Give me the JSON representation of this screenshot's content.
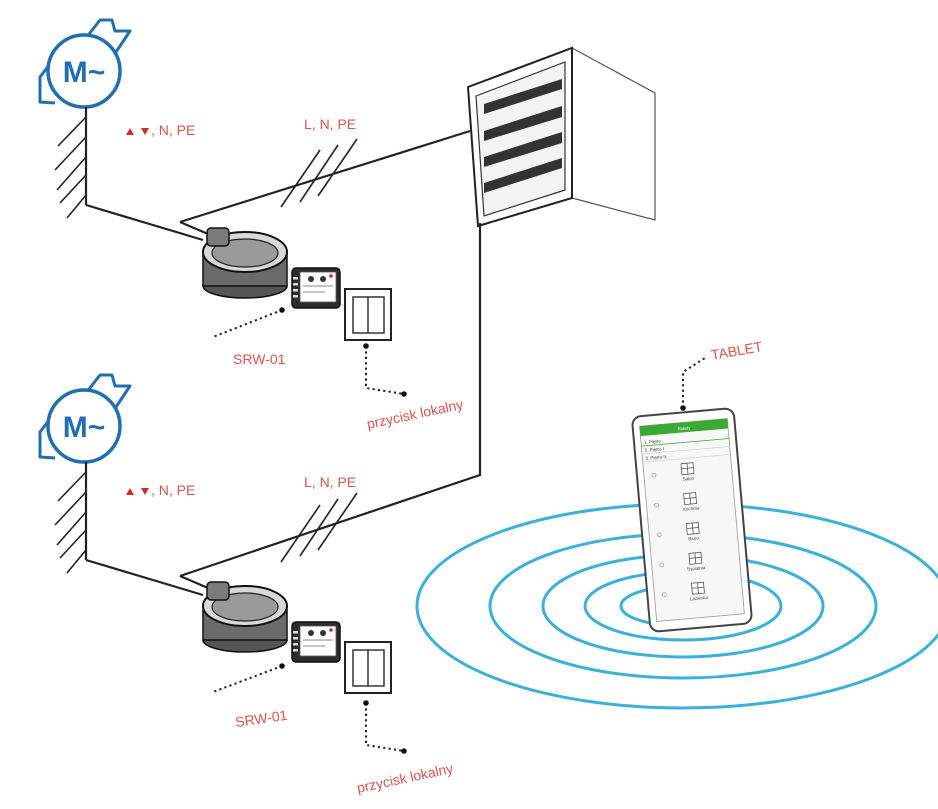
{
  "motor": {
    "label": "M~"
  },
  "labels": {
    "motor_wires_suffix": ", N, PE",
    "supply_wires": "L, N, PE",
    "module": "SRW-01",
    "local_button": "przycisk lokalny",
    "tablet": "TABLET"
  },
  "tablet_screen": {
    "header": "Rolety",
    "rows": [
      "1. Piętro",
      "2. Piętro I",
      "3. Piętro II"
    ],
    "items": [
      "Salon",
      "Kuchnia",
      "Biuro",
      "Sypialnia",
      "Łazienka"
    ]
  },
  "colors": {
    "motor_blue": "#1f6fb2",
    "label_red": "#d9534f",
    "wave_cyan": "#3ab0dd",
    "tablet_green": "#3aaa35"
  }
}
